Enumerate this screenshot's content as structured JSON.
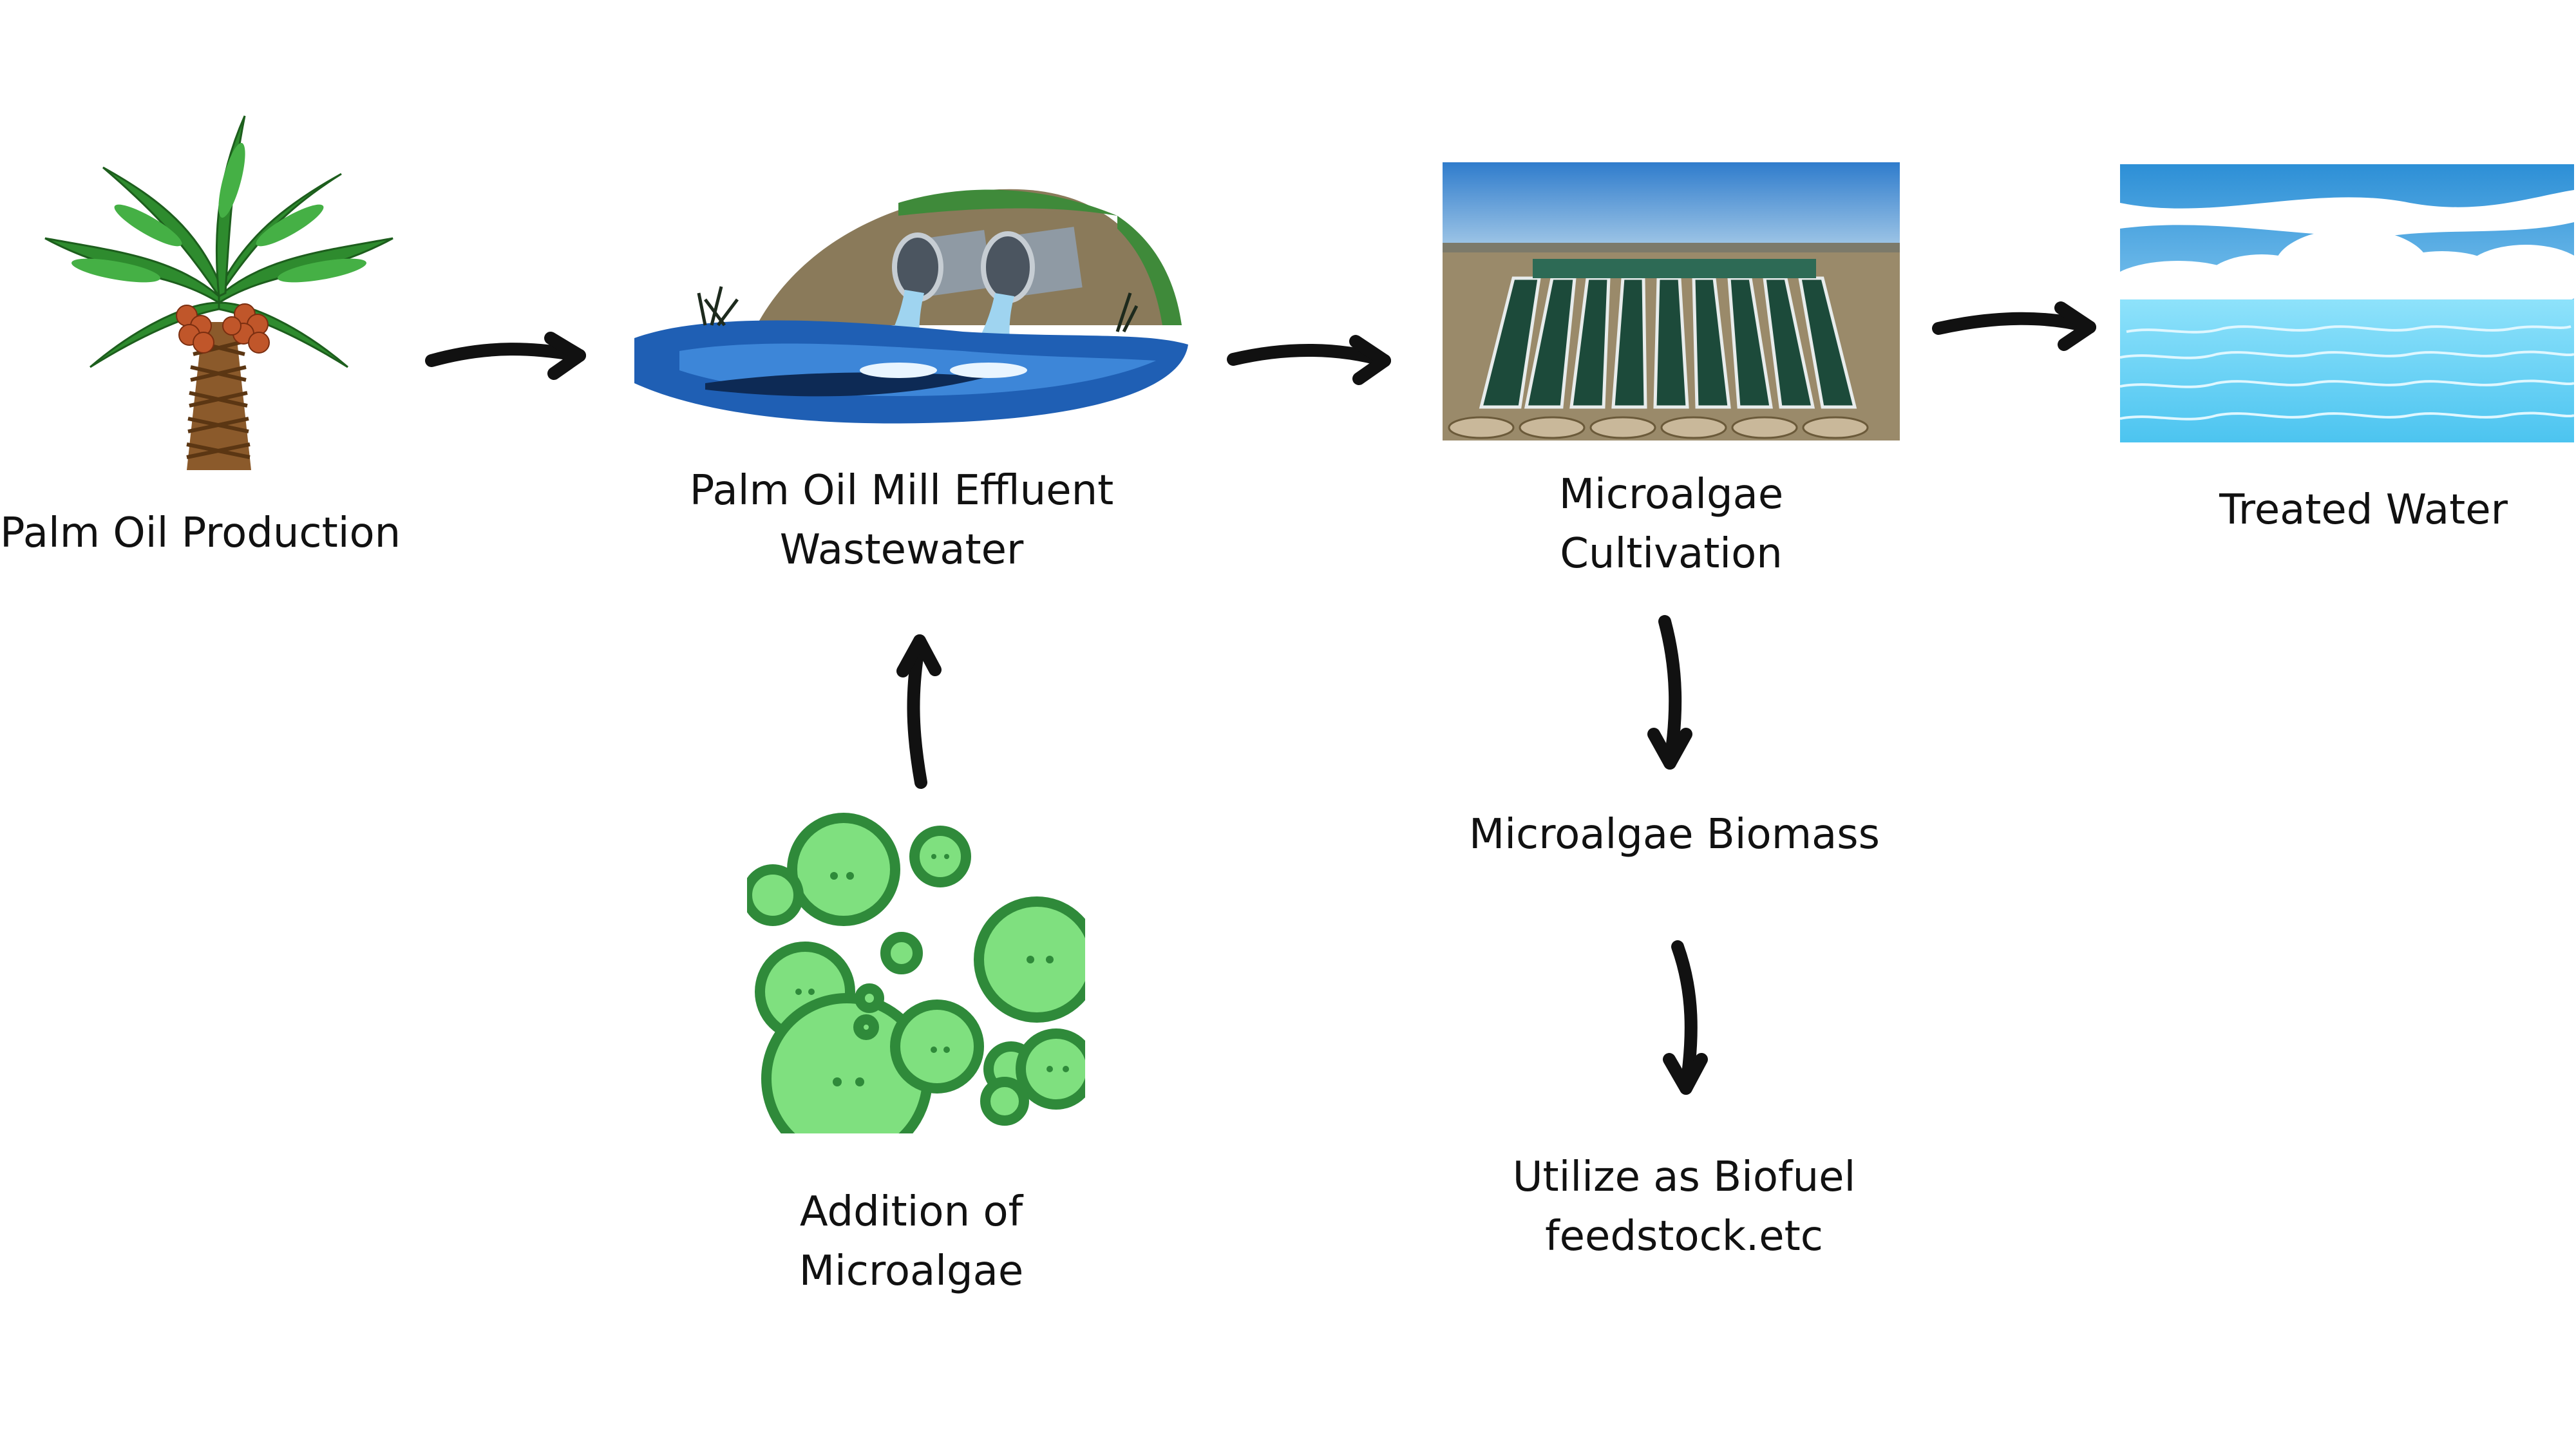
{
  "stages": {
    "palm_oil_production": {
      "label": "Palm Oil Production",
      "icon": "palm-tree-icon"
    },
    "pome_wastewater": {
      "label_line1": "Palm Oil Mill Effluent",
      "label_line2": "Wastewater",
      "icon": "wastewater-pipes-icon"
    },
    "microalgae_cultivation": {
      "label_line1": "Microalgae",
      "label_line2": "Cultivation",
      "icon": "raceway-ponds-photo"
    },
    "treated_water": {
      "label": "Treated Water",
      "icon": "clean-water-icon"
    },
    "addition_of_microalgae": {
      "label_line1": "Addition of",
      "label_line2": "Microalgae",
      "icon": "microalgae-cells-icon"
    },
    "microalgae_biomass": {
      "label": "Microalgae Biomass"
    },
    "biofuel": {
      "label_line1": "Utilize as Biofuel",
      "label_line2": "feedstock.etc"
    }
  },
  "colors": {
    "arrow": "#111111",
    "palm_leaf": "#2e8b2e",
    "water_blue": "#1f5fb4",
    "algae_green": "#7fe07f",
    "algae_outline": "#2f8a3a",
    "sky_blue": "#4aa0e0",
    "sea_cyan": "#7ad6f5"
  }
}
